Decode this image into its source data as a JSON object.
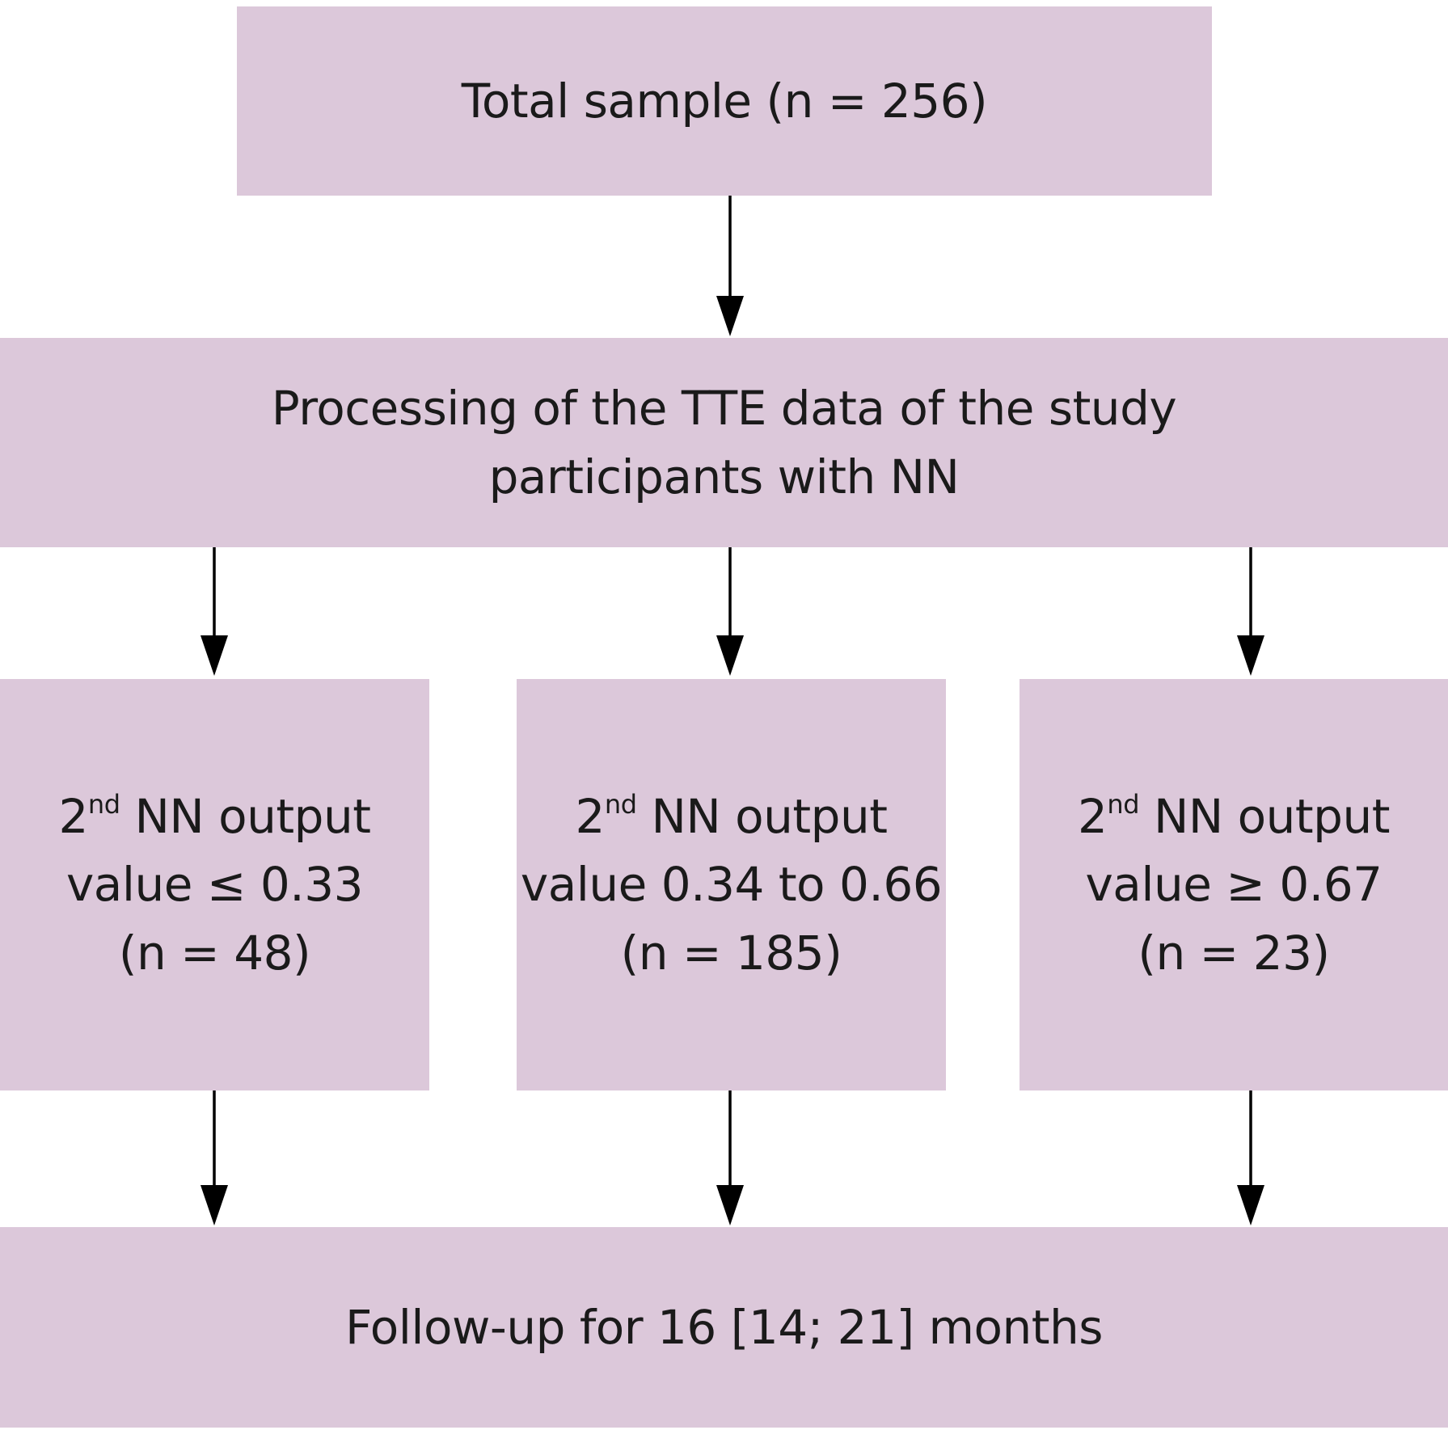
{
  "flow": {
    "total": {
      "label": "Total sample (n = 256)"
    },
    "processing": {
      "line1": "Processing of the TTE data of the study",
      "line2": "participants with NN"
    },
    "groups": [
      {
        "prefix": "2",
        "sup": "nd",
        "suffix": " NN output",
        "range": "value ≤ 0.33",
        "count": "(n = 48)"
      },
      {
        "prefix": "2",
        "sup": "nd",
        "suffix": " NN output",
        "range": "value 0.34 to 0.66",
        "count": "(n = 185)"
      },
      {
        "prefix": "2",
        "sup": "nd",
        "suffix": " NN output",
        "range": "value ≥ 0.67",
        "count": "(n = 23)"
      }
    ],
    "followup": {
      "label": "Follow-up for 16 [14; 21] months"
    }
  },
  "colors": {
    "box_fill": "#dcc8da",
    "arrow": "#000000",
    "text": "#1a1a1a"
  }
}
